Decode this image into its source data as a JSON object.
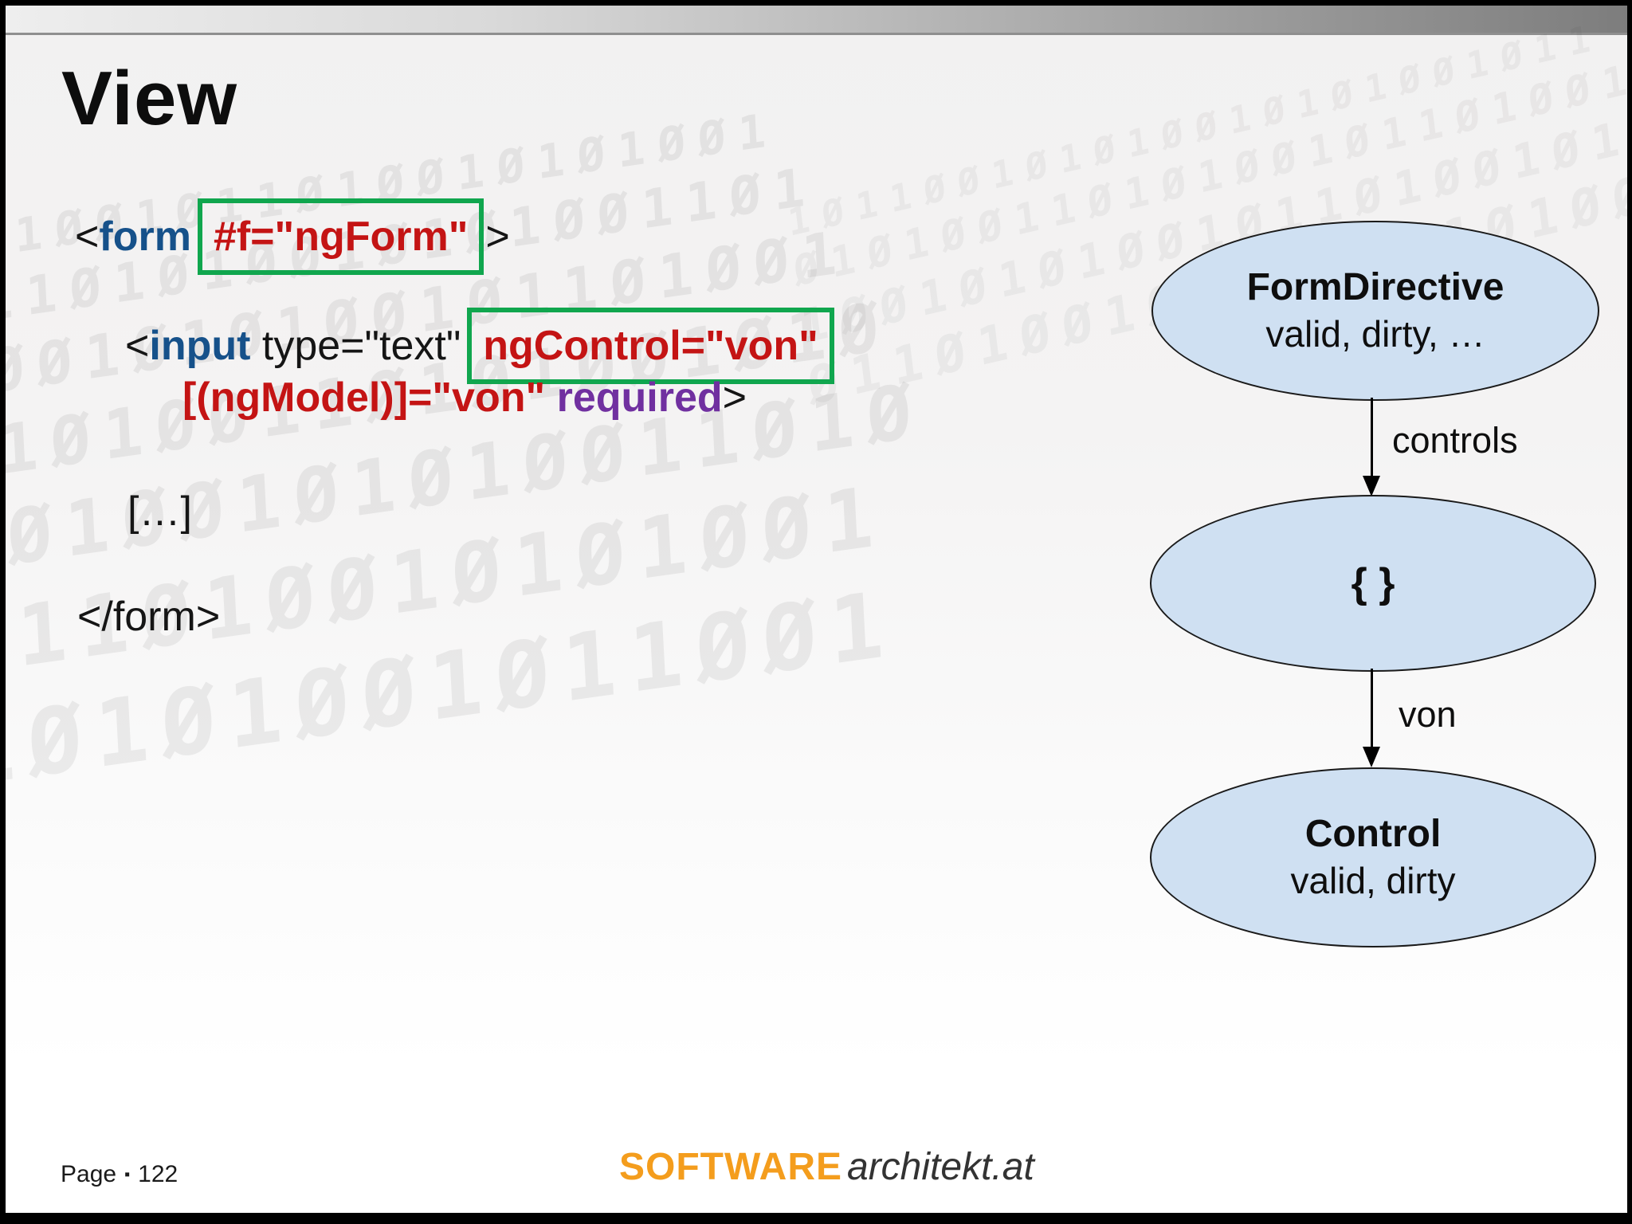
{
  "slide": {
    "title": "View",
    "footer": {
      "page_label": "Page",
      "bullet": "▪",
      "page_number": "122"
    },
    "logo": {
      "brand": "SOFTWARE",
      "domain": "architekt.at"
    }
  },
  "code": {
    "form_open": {
      "lt": "<",
      "tag": "form",
      "ref": "#f=\"ngForm\"",
      "gt": ">"
    },
    "input_line": {
      "lt": "<",
      "tag": "input",
      "attrs": " type=\"text\"",
      "control": "ngControl=\"von\""
    },
    "model_line": {
      "model": "[(ngModel)]=\"von\" ",
      "required": "required",
      "gt": ">"
    },
    "ellipsis": "[…]",
    "form_close": "</form>"
  },
  "diagram": {
    "nodes": [
      {
        "title": "FormDirective",
        "subtitle": "valid, dirty, …"
      },
      {
        "title": "{ }",
        "subtitle": ""
      },
      {
        "title": "Control",
        "subtitle": "valid, dirty"
      }
    ],
    "edges": [
      {
        "label": "controls"
      },
      {
        "label": "von"
      }
    ]
  },
  "watermark": {
    "left_rows": [
      "1Ø1ØØ1Ø11Ø1ØØ1Ø1Ø1ØØ1",
      "Ø11Ø1Ø1ØØ1Ø1Ø1ØØ11Ø1",
      "1ØØ1Ø1Ø1ØØ1Ø11Ø1ØØ1",
      "Ø1Ø1ØØ11Ø1Ø1ØØ1Ø1Ø",
      "1Ø1ØØ1Ø1Ø1ØØ11Ø1Ø",
      "Ø11Ø1ØØ1Ø1Ø1ØØ1",
      "1Ø1Ø1ØØ1Ø11ØØ1"
    ],
    "right_rows": [
      "1Ø11ØØ1Ø1Ø1ØØ1Ø1Ø1ØØ1Ø11",
      "Ø1Ø1ØØ11Ø1Ø1ØØ1Ø11Ø1ØØ1",
      "1ØØ1Ø1Ø1ØØ1Ø11Ø1ØØ1Ø1Ø",
      "Ø11Ø1ØØ1Ø1Ø1ØØ11Ø1ØØ1"
    ]
  },
  "colors": {
    "tag_blue": "#16518A",
    "code_red": "#C41414",
    "required_purple": "#7030A0",
    "highlight_green": "#10A64E",
    "node_fill": "#CFE0F2",
    "node_border": "#1A1A1A",
    "logo_orange": "#F49D1D",
    "topbar_gradient_start": "#EEEEEE",
    "topbar_gradient_end": "#7D7D7D"
  }
}
